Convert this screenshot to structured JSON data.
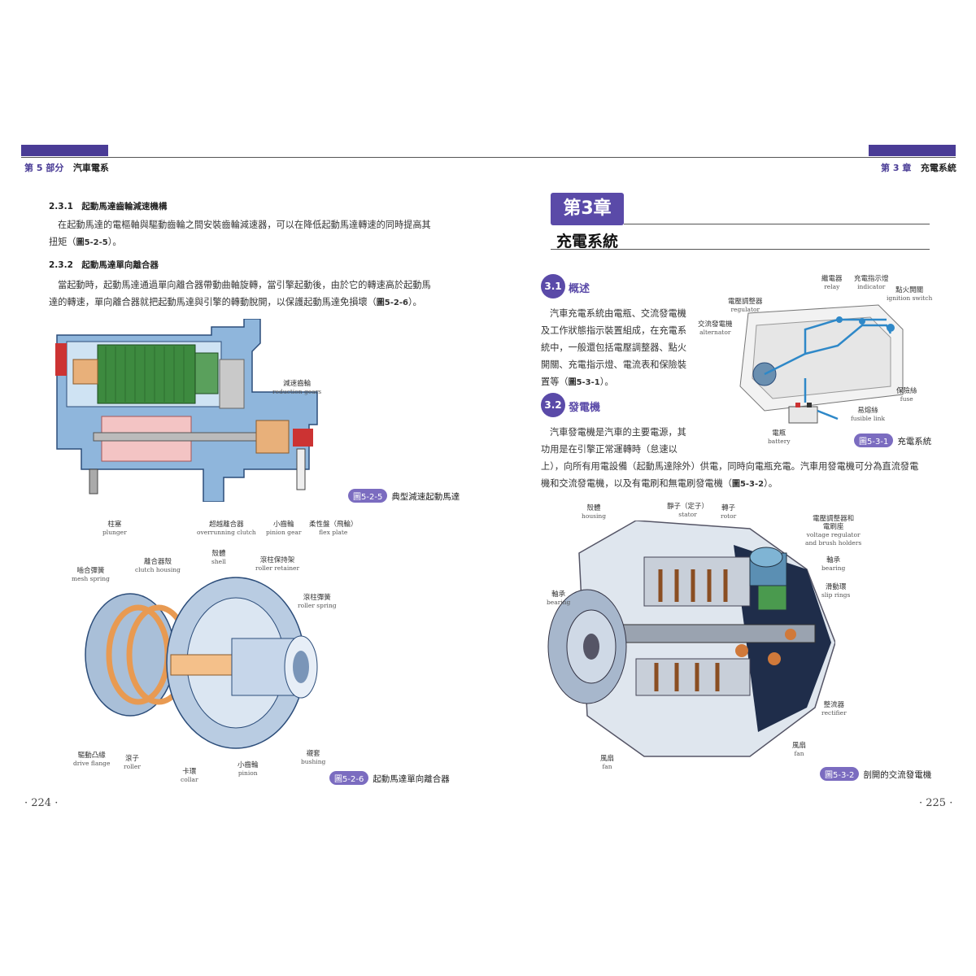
{
  "header": {
    "left_part": "第 5 部分",
    "left_title": "汽車電系",
    "right_chapter": "第 3 章",
    "right_title": "充電系統"
  },
  "left": {
    "s231_title": "2.3.1　起動馬達齒輪減速機構",
    "s231_line1": "在起動馬達的電樞軸與驅動齒輪之間安裝齒輪減速器，可以在降低起動馬達轉速的同時提高其",
    "s231_line2_pre": "扭矩（",
    "s231_line2_ref": "圖5-2-5",
    "s231_line2_post": "）。",
    "s232_title": "2.3.2　起動馬達單向離合器",
    "s232_line1": "當起動時，起動馬達通過單向離合器帶動曲軸旋轉，當引擎起動後，由於它的轉速高於起動馬",
    "s232_line2_pre": "達的轉速，單向離合器就把起動馬達與引擎的轉動脫開，以保護起動馬達免損壞（",
    "s232_line2_ref": "圖5-2-6",
    "s232_line2_post": "）。",
    "fig525": {
      "badge": "圖5-2-5",
      "caption": "典型減速起動馬達",
      "labels": {
        "reduction_zh": "減速齒輪",
        "reduction_en": "reduction gears",
        "plunger_zh": "柱塞",
        "plunger_en": "plunger",
        "overrun_zh": "超越離合器",
        "overrun_en": "overrunning clutch",
        "pinion_zh": "小齒輪",
        "pinion_en": "pinion gear",
        "flex_zh": "柔性盤（飛輪）",
        "flex_en": "flex plate"
      }
    },
    "fig526": {
      "badge": "圖5-2-6",
      "caption": "起動馬達單向離合器",
      "labels": {
        "mesh_zh": "嚙合彈簧",
        "mesh_en": "mesh spring",
        "clutchhousing_zh": "離合器殼",
        "clutchhousing_en": "clutch housing",
        "shell_zh": "殼體",
        "shell_en": "shell",
        "retainer_zh": "滾柱保持架",
        "retainer_en": "roller retainer",
        "rspring_zh": "滾柱彈簧",
        "rspring_en": "roller spring",
        "flange_zh": "驅動凸緣",
        "flange_en": "drive flange",
        "roller_zh": "滾子",
        "roller_en": "roller",
        "collar_zh": "卡環",
        "collar_en": "collar",
        "pinion_zh": "小齒輪",
        "pinion_en": "pinion",
        "bushing_zh": "襯套",
        "bushing_en": "bushing"
      }
    },
    "page_number": "· 224 ·"
  },
  "right": {
    "chapter_label": "第3章",
    "chapter_title": "充電系統",
    "s31_num": "3.1",
    "s31_title": "概述",
    "s31_lines": [
      "汽車充電系統由電瓶、交流發電機",
      "及工作狀態指示裝置組成，在充電系",
      "統中，一般還包括電壓調整器、點火",
      "開關、充電指示燈、電流表和保險裝"
    ],
    "s31_last_pre": "置等（",
    "s31_last_ref": "圖5-3-1",
    "s31_last_post": "）。",
    "s32_num": "3.2",
    "s32_title": "發電機",
    "s32_line1": "汽車發電機是汽車的主要電源，其",
    "s32_line2": "功用是在引擎正常運轉時（怠速以",
    "s32_line3": "上），向所有用電設備（起動馬達除外）供電，同時向電瓶充電。汽車用發電機可分為直流發電",
    "s32_line4_pre": "機和交流發電機，以及有電刷和無電刷發電機（",
    "s32_line4_ref": "圖5-3-2",
    "s32_line4_post": "）。",
    "fig531": {
      "badge": "圖5-3-1",
      "caption": "充電系統",
      "labels": {
        "relay_zh": "繼電器",
        "relay_en": "relay",
        "indicator_zh": "充電指示燈",
        "indicator_en": "indicator",
        "ignition_zh": "點火開關",
        "ignition_en": "ignition switch",
        "regulator_zh": "電壓調整器",
        "regulator_en": "regulator",
        "alternator_zh": "交流發電機",
        "alternator_en": "alternator",
        "fuse_zh": "保險絲",
        "fuse_en": "fuse",
        "fusible_zh": "易熔絲",
        "fusible_en": "fusible link",
        "battery_zh": "電瓶",
        "battery_en": "battery"
      }
    },
    "fig532": {
      "badge": "圖5-3-2",
      "caption": "剖開的交流發電機",
      "labels": {
        "housing_zh": "殼體",
        "housing_en": "housing",
        "stator_zh": "靜子（定子）",
        "stator_en": "stator",
        "rotor_zh": "轉子",
        "rotor_en": "rotor",
        "vreg_zh1": "電壓調整器和",
        "vreg_zh2": "電刷座",
        "vreg_en1": "voltage regulator",
        "vreg_en2": "and brush holders",
        "bearing_r_zh": "軸承",
        "bearing_r_en": "bearing",
        "slip_zh": "滑動環",
        "slip_en": "slip rings",
        "bearing_l_zh": "軸承",
        "bearing_l_en": "bearing",
        "rectifier_zh": "整流器",
        "rectifier_en": "rectifier",
        "fan_r_zh": "風扇",
        "fan_r_en": "fan",
        "fan_l_zh": "風扇",
        "fan_l_en": "fan"
      }
    },
    "page_number": "· 225 ·"
  },
  "colors": {
    "accent": "#4a3c96",
    "badge": "#7b6cc0",
    "chapter": "#5a4aa8"
  }
}
